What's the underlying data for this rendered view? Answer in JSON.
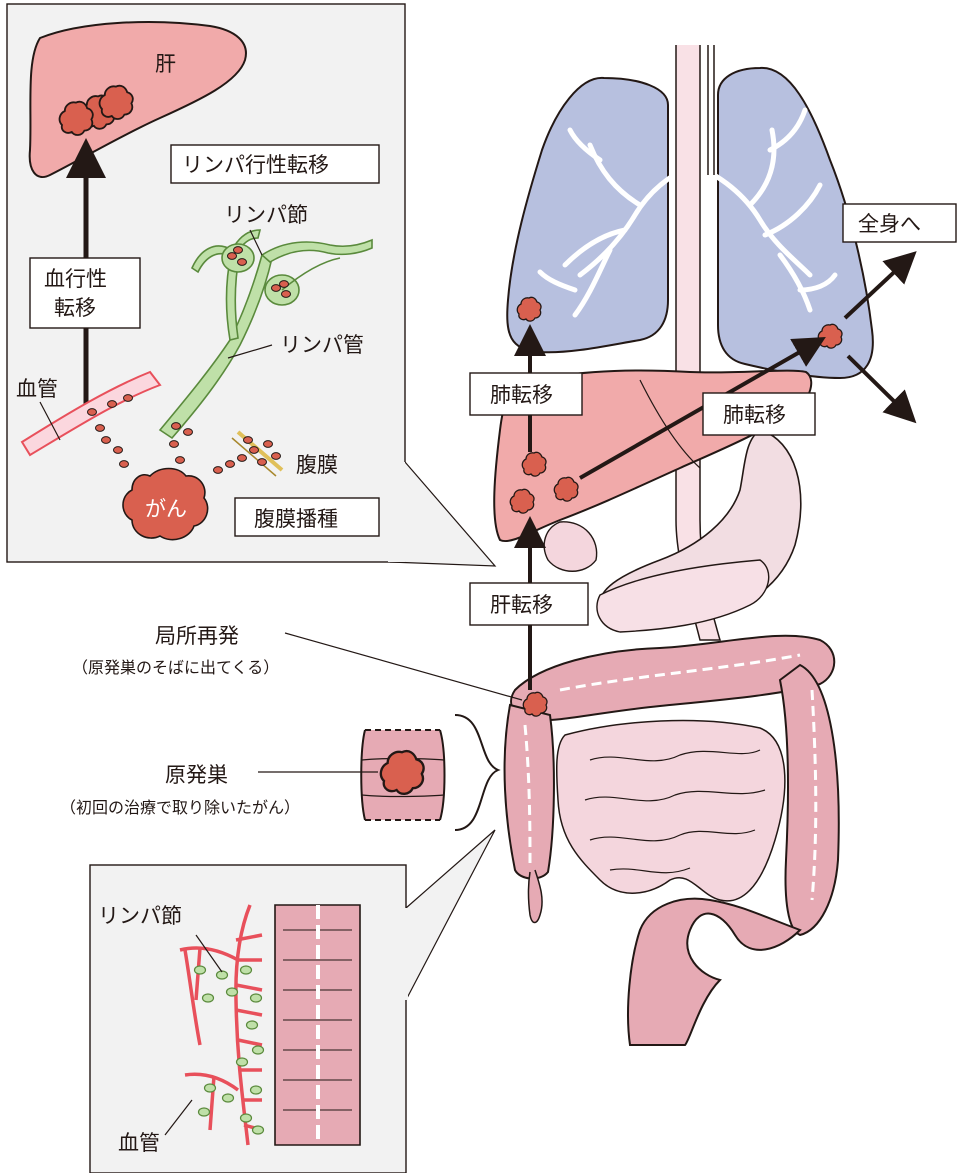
{
  "labels": {
    "liver_small": "肝",
    "lymphatic_metastasis": "リンパ行性転移",
    "lymph_node_top": "リンパ節",
    "hematogenous_line1": "血行性",
    "hematogenous_line2": "転移",
    "lymph_vessel": "リンパ管",
    "blood_vessel_top": "血管",
    "peritoneum": "腹膜",
    "cancer": "がん",
    "peritoneal_dissemination": "腹膜播種",
    "whole_body": "全身へ",
    "lung_metastasis_left": "肺転移",
    "lung_metastasis_right": "肺転移",
    "liver_metastasis": "肝転移",
    "local_recurrence": "局所再発",
    "local_recurrence_note": "（原発巣のそばに出てくる）",
    "primary_tumor": "原発巣",
    "primary_tumor_note": "（初回の治療で取り除いたがん）",
    "lymph_node_bottom": "リンパ節",
    "blood_vessel_bottom": "血管"
  },
  "colors": {
    "lung": "#b7c0df",
    "liver": "#f1aaaa",
    "tumor": "#d9604f",
    "colon": "#e6aab4",
    "small_intestine": "#f4d6dd",
    "lymph": "#a9d18e",
    "vessel": "#e8505b",
    "panel_bg": "#f2f2f2",
    "outline": "#231815"
  }
}
